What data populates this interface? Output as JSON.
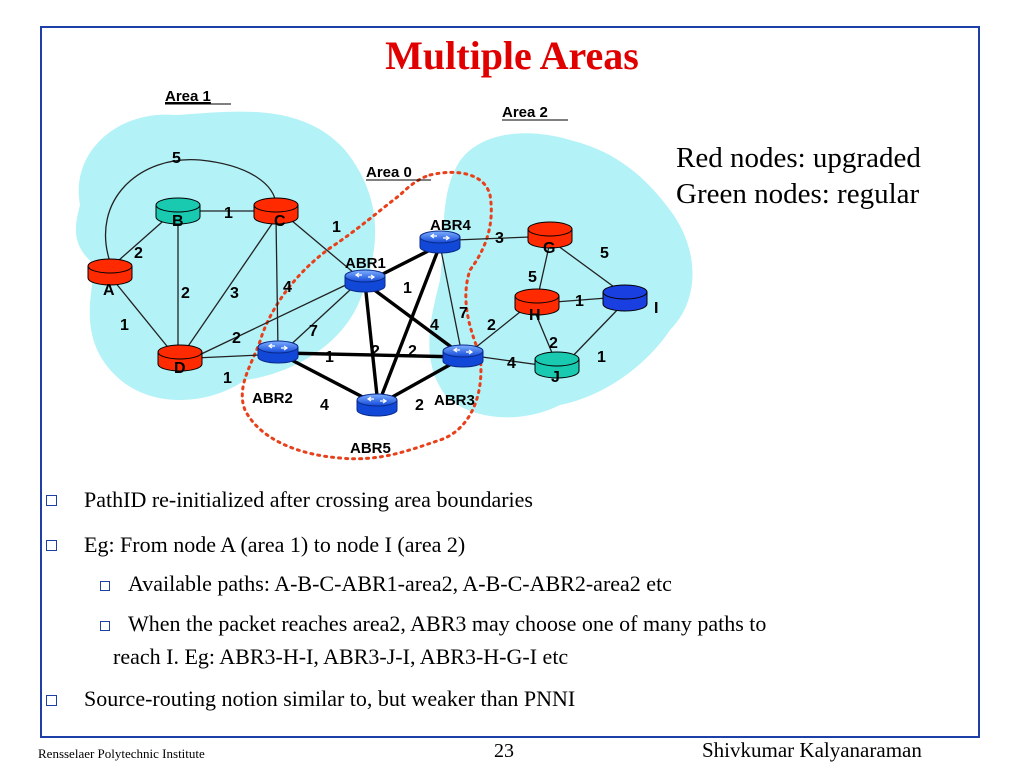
{
  "title": "Multiple Areas",
  "legend": {
    "line1": "Red nodes: upgraded",
    "line2": "Green nodes: regular"
  },
  "areas": {
    "area1": "Area 1",
    "area2": "Area 2",
    "area0": "Area 0"
  },
  "nodes": {
    "A": {
      "label": "A",
      "color": "#ff2a00"
    },
    "B": {
      "label": "B",
      "color": "#19c9b0"
    },
    "C": {
      "label": "C",
      "color": "#ff2a00"
    },
    "D": {
      "label": "D",
      "color": "#ff2a00"
    },
    "G": {
      "label": "G",
      "color": "#ff2a00"
    },
    "H": {
      "label": "H",
      "color": "#ff2a00"
    },
    "I": {
      "label": "I",
      "color": "#1a3fe0"
    },
    "J": {
      "label": "J",
      "color": "#19c9b0"
    },
    "ABR1": {
      "label": "ABR1"
    },
    "ABR2": {
      "label": "ABR2"
    },
    "ABR3": {
      "label": "ABR3"
    },
    "ABR4": {
      "label": "ABR4"
    },
    "ABR5": {
      "label": "ABR5"
    }
  },
  "edge_weights": {
    "A_C_top": "5",
    "B_C": "1",
    "A_B": "2",
    "B_D": "2",
    "C_D": "3",
    "A_D": "1",
    "C_ABR1": "1",
    "C_ABR2": "4",
    "D_ABR1": "2",
    "D_ABR2": "1",
    "ABR2_ABR1": "7",
    "ABR2_ABR3": "1",
    "ABR1_ABR5": "2",
    "ABR4_ABR5": "2",
    "ABR1_ABR3": "4",
    "ABR1_ABR4": "1",
    "ABR4_ABR3": "7",
    "ABR2_ABR5": "4",
    "ABR5_ABR3": "2",
    "ABR4_G": "3",
    "G_I": "5",
    "G_H": "5",
    "H_I": "1",
    "ABR3_H": "2",
    "H_J": "2",
    "ABR3_J": "4",
    "J_I": "1"
  },
  "bullets": [
    {
      "text": "PathID re-initialized after crossing area boundaries"
    },
    {
      "text": "Eg: From node A (area 1) to node I (area 2)"
    },
    {
      "text": "Available paths: A-B-C-ABR1-area2, A-B-C-ABR2-area2 etc"
    },
    {
      "text": "When the packet reaches area2, ABR3 may choose one of many paths to"
    },
    {
      "text": "reach I. Eg: ABR3-H-I, ABR3-J-I,  ABR3-H-G-I etc"
    },
    {
      "text": "Source-routing notion similar to, but weaker than PNNI"
    }
  ],
  "footer": {
    "left": "Rensselaer Polytechnic Institute",
    "page": "23",
    "right": "Shivkumar Kalyanaraman"
  }
}
